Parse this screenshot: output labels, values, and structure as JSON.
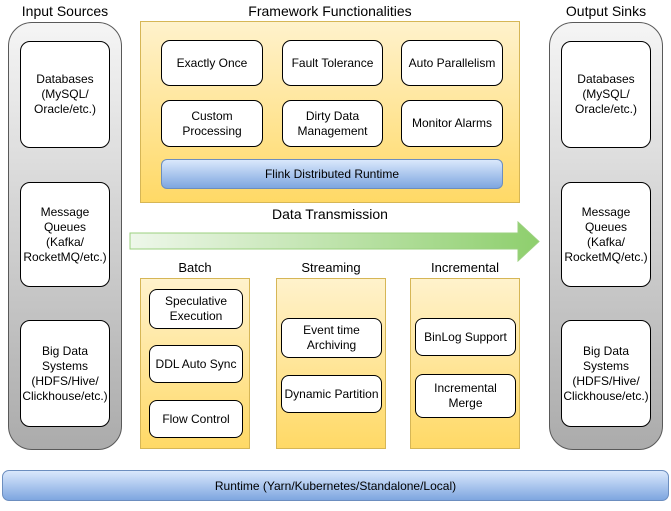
{
  "diagram": {
    "input_sources": {
      "title": "Input Sources",
      "items": [
        "Databases\n(MySQL/\nOracle/etc.)",
        "Message\nQueues\n(Kafka/\nRocketMQ/etc.)",
        "Big Data\nSystems\n(HDFS/Hive/\nClickhouse/etc.)"
      ]
    },
    "output_sinks": {
      "title": "Output Sinks",
      "items": [
        "Databases\n(MySQL/\nOracle/etc.)",
        "Message\nQueues\n(Kafka/\nRocketMQ/etc.)",
        "Big Data\nSystems\n(HDFS/Hive/\nClickhouse/etc.)"
      ]
    },
    "framework": {
      "title": "Framework Functionalities",
      "items": [
        "Exactly Once",
        "Fault Tolerance",
        "Auto Parallelism",
        "Custom\nProcessing",
        "Dirty Data\nManagement",
        "Monitor Alarms"
      ],
      "runtime_label": "Flink Distributed Runtime"
    },
    "data_transmission": {
      "label": "Data Transmission"
    },
    "sections": [
      {
        "title": "Batch",
        "items": [
          "Speculative\nExecution",
          "DDL Auto Sync",
          "Flow Control"
        ]
      },
      {
        "title": "Streaming",
        "items": [
          "Event time\nArchiving",
          "Dynamic Partition"
        ]
      },
      {
        "title": "Incremental",
        "items": [
          "BinLog Support",
          "Incremental\nMerge"
        ]
      }
    ],
    "runtime": {
      "label": "Runtime (Yarn/Kubernetes/Standalone/Local)"
    }
  },
  "colors": {
    "container_yellow_top": "#FFF2CC",
    "container_yellow_bottom": "#FFD966",
    "container_yellow_border": "#D6B656",
    "container_gray_top": "#F5F5F5",
    "container_gray_bottom": "#ABABAB",
    "container_gray_border": "#595959",
    "bar_blue_top": "#DAE8FC",
    "bar_blue_bottom": "#7EA6E0",
    "bar_blue_border": "#6C8EBF",
    "arrow_green_start": "#EEF7EA",
    "arrow_green_end": "#8ECF6D",
    "arrow_green_border": "#9BD07F"
  }
}
